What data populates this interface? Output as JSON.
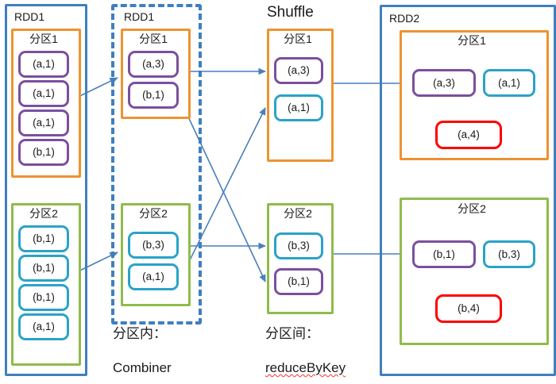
{
  "diagram": {
    "title_shuffle": "Shuffle",
    "notes": {
      "intra_cn": "分区内：",
      "intra_en": "Combiner",
      "inter_cn": "分区间：",
      "inter_en": "reduceByKey"
    },
    "colors": {
      "rdd_border": "#3f7fbf",
      "partition1_border": "#ed9331",
      "partition2_border": "#8fbc4a",
      "chip_purple": "#7b4f9d",
      "chip_cyan": "#2aa3c7",
      "chip_result": "#fe0000",
      "arrow": "#4a7fbd",
      "background": "#ffffff"
    }
  },
  "stages": {
    "source": {
      "label": "RDD1",
      "partitions": [
        {
          "title": "分区1",
          "chips": [
            {
              "text": "(a,1)",
              "style": "purple"
            },
            {
              "text": "(a,1)",
              "style": "purple"
            },
            {
              "text": "(a,1)",
              "style": "purple"
            },
            {
              "text": "(b,1)",
              "style": "purple"
            }
          ]
        },
        {
          "title": "分区2",
          "chips": [
            {
              "text": "(b,1)",
              "style": "cyan"
            },
            {
              "text": "(b,1)",
              "style": "cyan"
            },
            {
              "text": "(b,1)",
              "style": "cyan"
            },
            {
              "text": "(a,1)",
              "style": "cyan"
            }
          ]
        }
      ]
    },
    "combined": {
      "label": "RDD1",
      "partitions": [
        {
          "title": "分区1",
          "chips": [
            {
              "text": "(a,3)",
              "style": "purple"
            },
            {
              "text": "(b,1)",
              "style": "purple"
            }
          ]
        },
        {
          "title": "分区2",
          "chips": [
            {
              "text": "(b,3)",
              "style": "cyan"
            },
            {
              "text": "(a,1)",
              "style": "cyan"
            }
          ]
        }
      ]
    },
    "shuffle": {
      "label": "Shuffle",
      "partitions": [
        {
          "title": "分区1",
          "chips": [
            {
              "text": "(a,3)",
              "style": "purple"
            },
            {
              "text": "(a,1)",
              "style": "cyan"
            }
          ]
        },
        {
          "title": "分区2",
          "chips": [
            {
              "text": "(b,3)",
              "style": "cyan"
            },
            {
              "text": "(b,1)",
              "style": "purple"
            }
          ]
        }
      ]
    },
    "result": {
      "label": "RDD2",
      "partitions": [
        {
          "title": "分区1",
          "inputs": [
            {
              "text": "(a,3)",
              "style": "purple"
            },
            {
              "text": "(a,1)",
              "style": "cyan"
            }
          ],
          "output": {
            "text": "(a,4)",
            "style": "red"
          }
        },
        {
          "title": "分区2",
          "inputs": [
            {
              "text": "(b,1)",
              "style": "purple"
            },
            {
              "text": "(b,3)",
              "style": "cyan"
            }
          ],
          "output": {
            "text": "(b,4)",
            "style": "red"
          }
        }
      ]
    }
  }
}
